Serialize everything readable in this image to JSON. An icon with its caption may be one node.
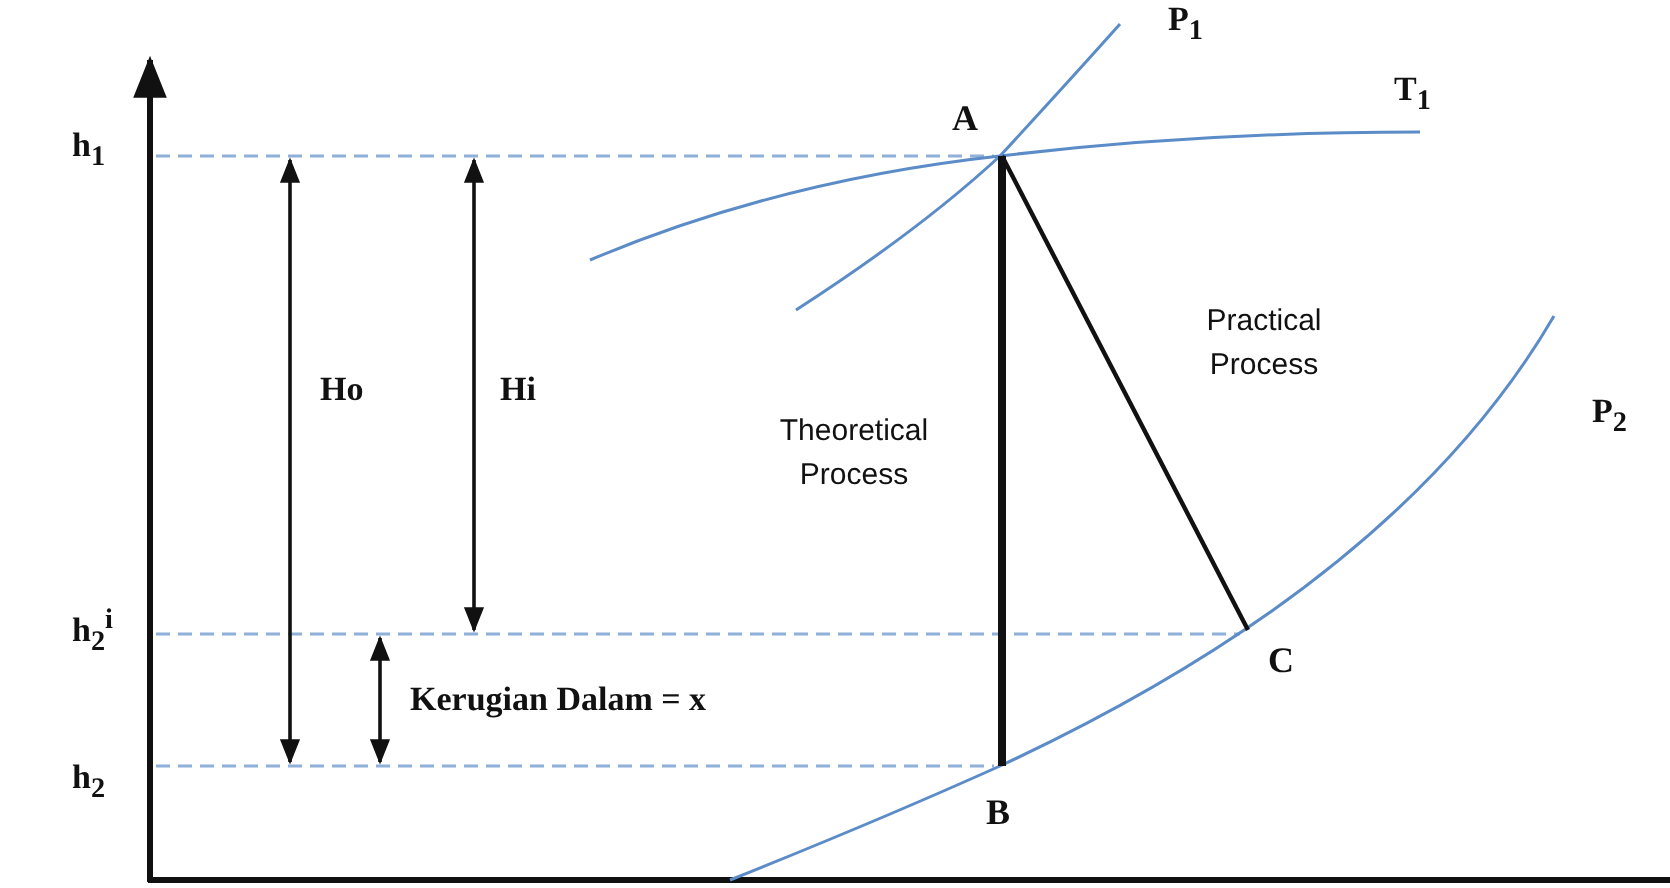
{
  "diagram": {
    "nodes": [
      {
        "text": [
          "A"
        ]
      },
      {
        "text": [
          "B"
        ]
      },
      {
        "text": [
          "C"
        ]
      }
    ],
    "edges": [
      {
        "from": 0,
        "to": 1,
        "arrow": "none",
        "style": "thick"
      },
      {
        "from": 0,
        "to": 2,
        "arrow": "none"
      }
    ],
    "labels": [
      "P$_{1}$",
      "T$_{1}$",
      "h$_{1}$",
      "Ho",
      "Hi",
      "Practical Process",
      "P$_{2}$",
      "Theoretical Process",
      "h$_{2}$$^{i}$",
      "Kerugian Dalam = x",
      "h$_{2}$"
    ]
  }
}
